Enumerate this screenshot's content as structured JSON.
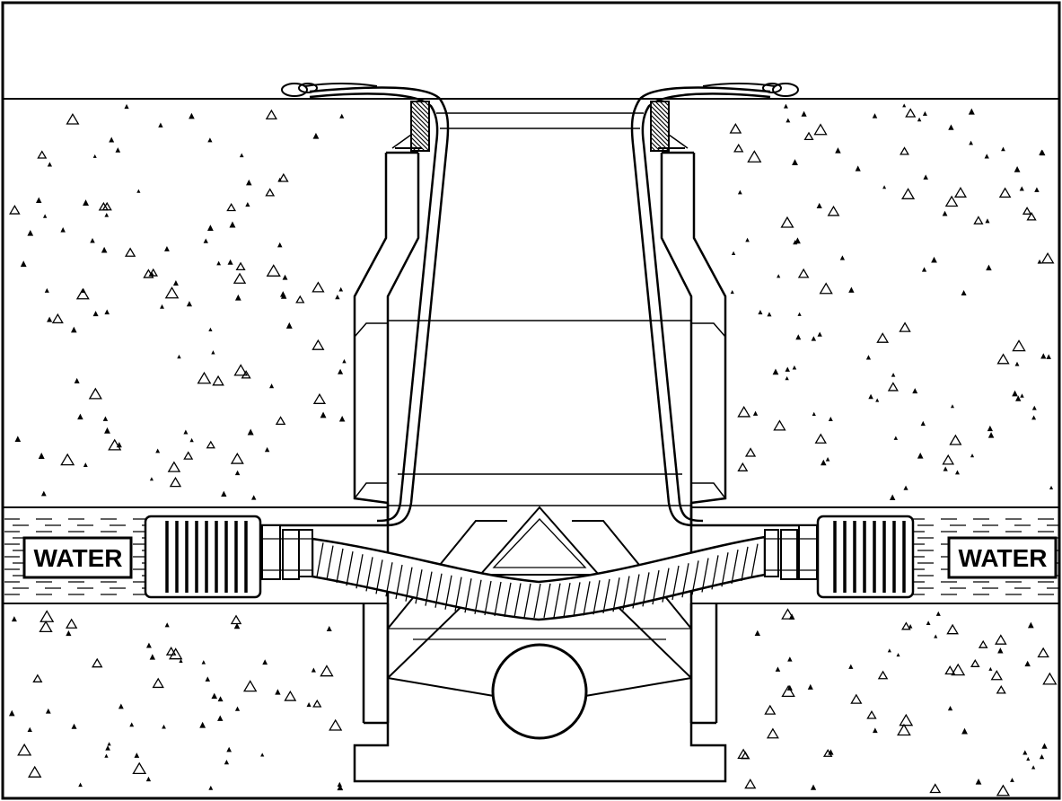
{
  "diagram": {
    "labels": {
      "water_left": "WATER",
      "water_right": "WATER"
    },
    "colors": {
      "line": "#000000",
      "background": "#ffffff",
      "water_dash": "#000000"
    },
    "components": [
      "concrete-slab-upper",
      "concrete-slab-lower",
      "water-channel",
      "waterstop-bellows",
      "drain-body",
      "drain-funnel",
      "clamp-ring",
      "flexible-corrugated-pipe",
      "outlet-pipe"
    ]
  }
}
